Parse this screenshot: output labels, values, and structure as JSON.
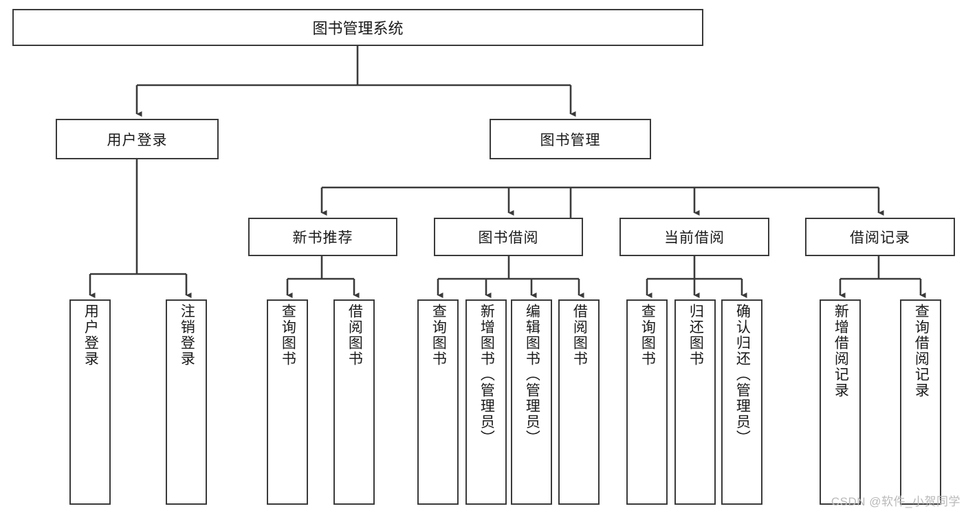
{
  "diagram": {
    "title": "图书管理系统",
    "root": {
      "label": "图书管理系统"
    },
    "level2": [
      {
        "label": "用户登录"
      },
      {
        "label": "图书管理"
      }
    ],
    "level3": [
      {
        "label": "新书推荐"
      },
      {
        "label": "图书借阅"
      },
      {
        "label": "当前借阅"
      },
      {
        "label": "借阅记录"
      }
    ],
    "leaves": [
      {
        "label": "用户登录"
      },
      {
        "label": "注销登录"
      },
      {
        "label": "查询图书"
      },
      {
        "label": "借阅图书"
      },
      {
        "label": "查询图书"
      },
      {
        "label": "新增图书（管理员）"
      },
      {
        "label": "编辑图书（管理员）"
      },
      {
        "label": "借阅图书"
      },
      {
        "label": "查询图书"
      },
      {
        "label": "归还图书"
      },
      {
        "label": "确认归还（管理员）"
      },
      {
        "label": "新增借阅记录"
      },
      {
        "label": "查询借阅记录"
      }
    ]
  },
  "watermark": {
    "text": "CSDN @软件_小贺同学"
  },
  "colors": {
    "stroke": "#3a3a3a",
    "background": "#ffffff",
    "text": "#1a1a1a",
    "watermark": "#b9b9b9"
  }
}
